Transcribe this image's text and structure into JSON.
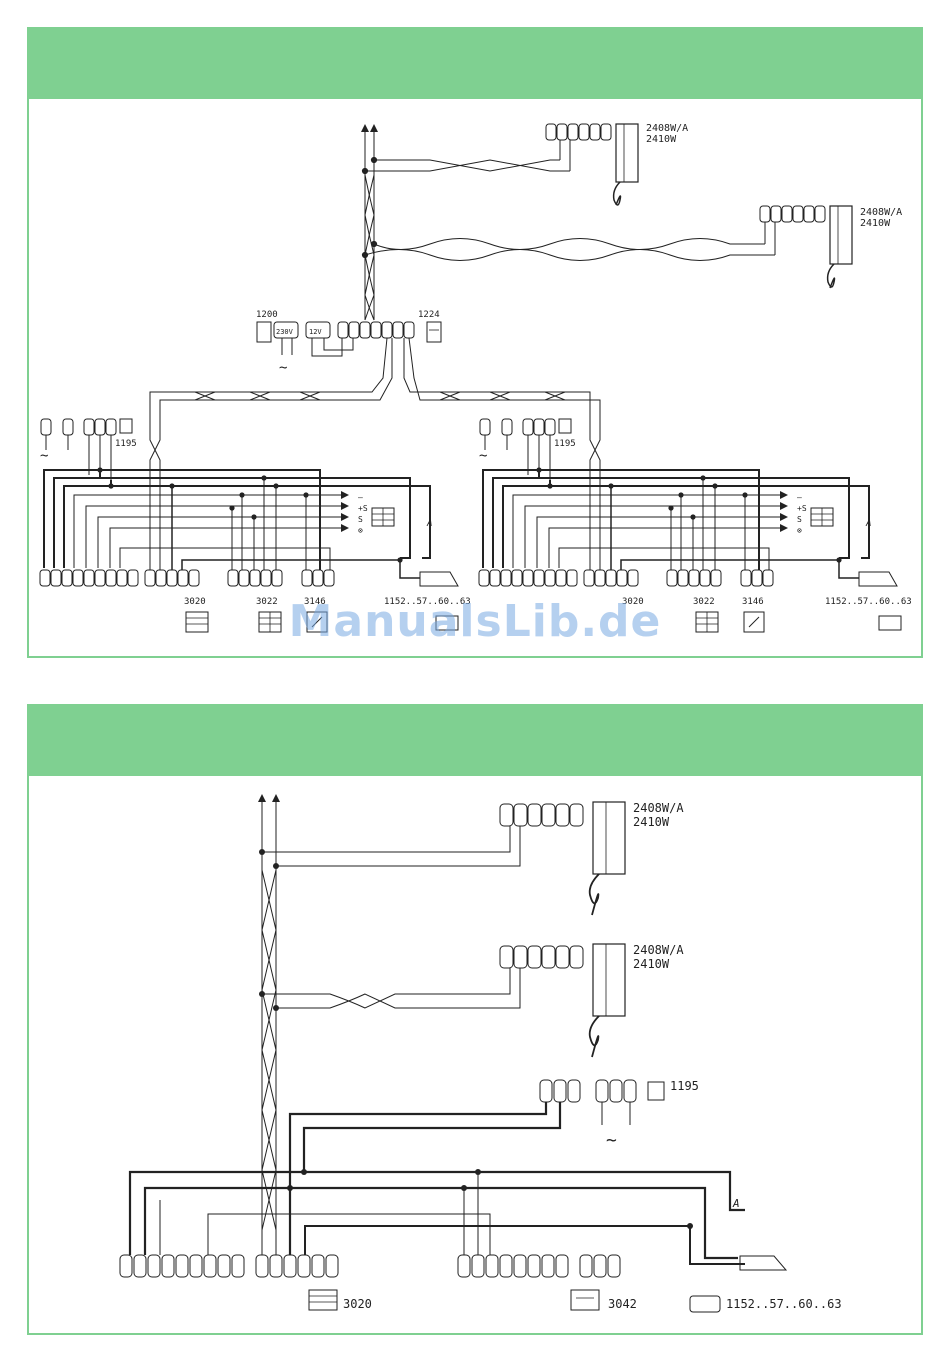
{
  "top": {
    "handsets": [
      {
        "model1": "2408W/A",
        "model2": "2410W"
      },
      {
        "model1": "2408W/A",
        "model2": "2410W"
      }
    ],
    "terminal_1200": "1200",
    "terminal_1224": "1224",
    "psu_230": "230V",
    "psu_12": "12V",
    "ac_symbol": "~",
    "panels": [
      {
        "relay": "1195",
        "ac": "~",
        "labels": [
          "3020",
          "3022",
          "3146",
          "1152..57..60..63"
        ],
        "signals": [
          "–",
          "+S",
          "S",
          "⊗"
        ],
        "a_mark": "A"
      },
      {
        "relay": "1195",
        "ac": "~",
        "labels": [
          "3020",
          "3022",
          "3146",
          "1152..57..60..63"
        ],
        "signals": [
          "–",
          "+S",
          "S",
          "⊗"
        ],
        "a_mark": "A"
      }
    ]
  },
  "bottom": {
    "handsets": [
      {
        "model1": "2408W/A",
        "model2": "2410W"
      },
      {
        "model1": "2408W/A",
        "model2": "2410W"
      }
    ],
    "relay": "1195",
    "ac": "~",
    "a_mark": "A",
    "labels": [
      "3020",
      "3042",
      "1152..57..60..63"
    ]
  },
  "watermark": "ManualsLib.de"
}
